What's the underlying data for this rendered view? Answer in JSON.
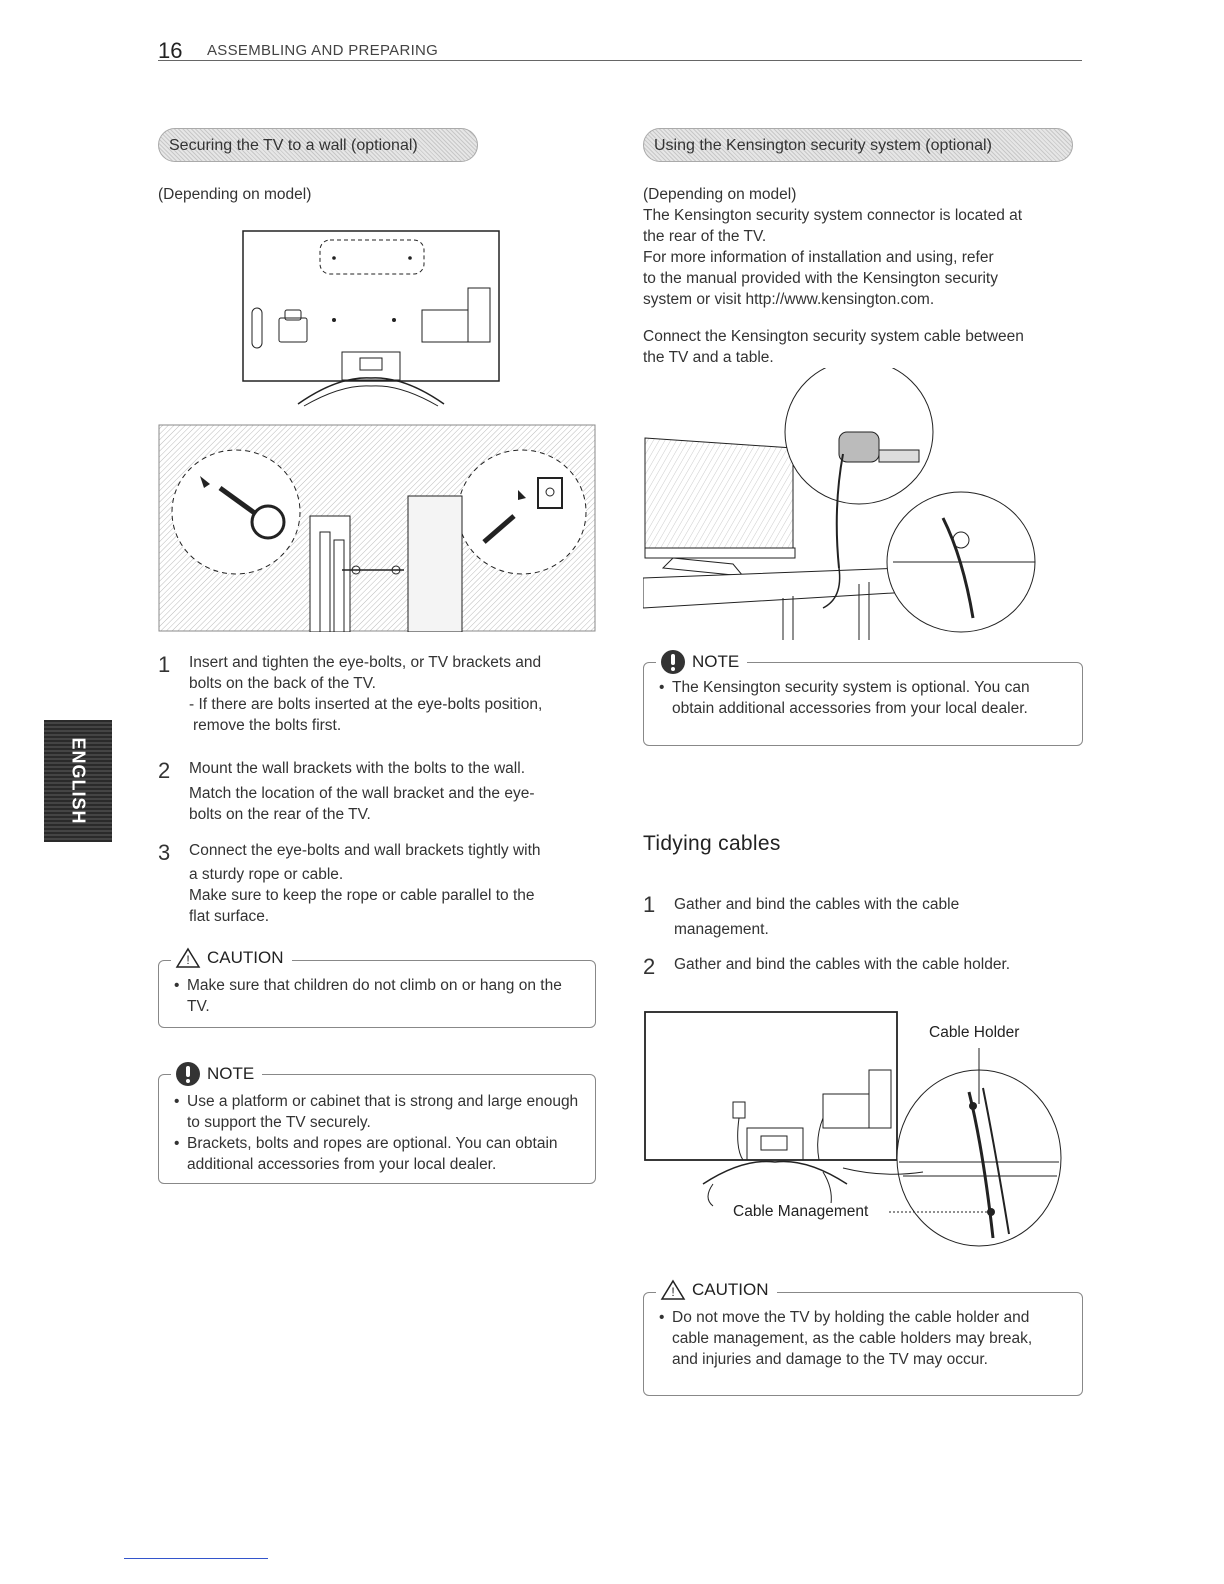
{
  "header": {
    "page_number": "16",
    "section": "ASSEMBLING AND PREPARING"
  },
  "side_tab": {
    "label": "ENGLISH"
  },
  "left": {
    "heading": "Securing the TV to a wall (optional)",
    "depending": "(Depending on model)",
    "steps": [
      {
        "num": "1",
        "lines": [
          "Insert and tighten the eye-bolts, or TV brackets and",
          "bolts on the back of the TV.",
          "- If there are bolts inserted at the eye-bolts position,",
          "  remove the bolts first."
        ]
      },
      {
        "num": "2",
        "lines": [
          "Mount the wall brackets with the bolts to the wall.",
          "Match the location of the wall bracket and the eye-",
          "bolts on the rear of the TV."
        ]
      },
      {
        "num": "3",
        "lines": [
          "Connect the eye-bolts and wall brackets tightly with",
          "a sturdy rope or cable.",
          "Make sure to keep the rope or cable parallel to the",
          "flat surface."
        ]
      }
    ],
    "caution": {
      "title": "CAUTION",
      "items": [
        "Make sure that children do not climb on or hang on the TV."
      ]
    },
    "note": {
      "title": "NOTE",
      "items": [
        "Use a platform or cabinet that is strong and large enough to support the TV securely.",
        "Brackets, bolts and ropes are optional. You can obtain additional accessories from your local dealer."
      ]
    }
  },
  "right": {
    "heading": "Using the Kensington security system (optional)",
    "intro_lines": [
      "(Depending on model)",
      "The Kensington security system connector is located at",
      "the rear of the TV.",
      "For more information of installation and using, refer",
      "to the manual provided with the Kensington security",
      "system or visit http://www.kensington.com."
    ],
    "connect_lines": [
      "Connect the Kensington security system cable between",
      "the TV and a table."
    ],
    "note": {
      "title": "NOTE",
      "items": [
        "The Kensington security system is optional. You can obtain additional accessories from your local dealer."
      ]
    },
    "tidy": {
      "title": "Tidying cables",
      "steps": [
        {
          "num": "1",
          "lines": [
            "Gather and bind the cables with the cable",
            "management."
          ]
        },
        {
          "num": "2",
          "lines": [
            "Gather and bind the cables with the cable holder."
          ]
        }
      ],
      "label_holder": "Cable Holder",
      "label_management": "Cable Management"
    },
    "caution": {
      "title": "CAUTION",
      "items": [
        "Do not move the TV by holding the cable holder and cable management, as the cable holders may break, and injuries and damage to the TV may occur."
      ]
    }
  }
}
